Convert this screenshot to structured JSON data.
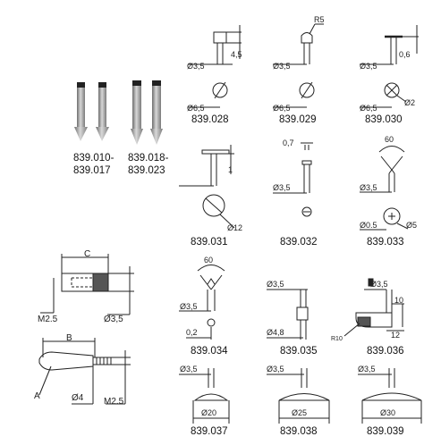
{
  "photo_captions": [
    {
      "line1": "839.010-",
      "line2": "839.017"
    },
    {
      "line1": "839.018-",
      "line2": "839.023"
    }
  ],
  "codes": [
    "839.028",
    "839.029",
    "839.030",
    "839.031",
    "839.032",
    "839.033",
    "839.034",
    "839.035",
    "839.036",
    "839.037",
    "839.038",
    "839.039"
  ],
  "labels": {
    "d35": "Ø3,5",
    "d65": "Ø6,5",
    "d2": "Ø2",
    "d12": "Ø12",
    "d05": "Ø0.5",
    "d5": "Ø5",
    "d48": "Ø4,8",
    "d20": "Ø20",
    "d25": "Ø25",
    "d30": "Ø30",
    "d4": "Ø4",
    "h45": "4,5",
    "r5": "R5",
    "h06": "0,6",
    "h07": "0,7",
    "h1": "1",
    "a60": "60",
    "h02": "0,2",
    "h10": "10",
    "h12": "12",
    "r10": "R10",
    "m25": "M2.5",
    "c": "C",
    "b": "B",
    "a": "A"
  }
}
